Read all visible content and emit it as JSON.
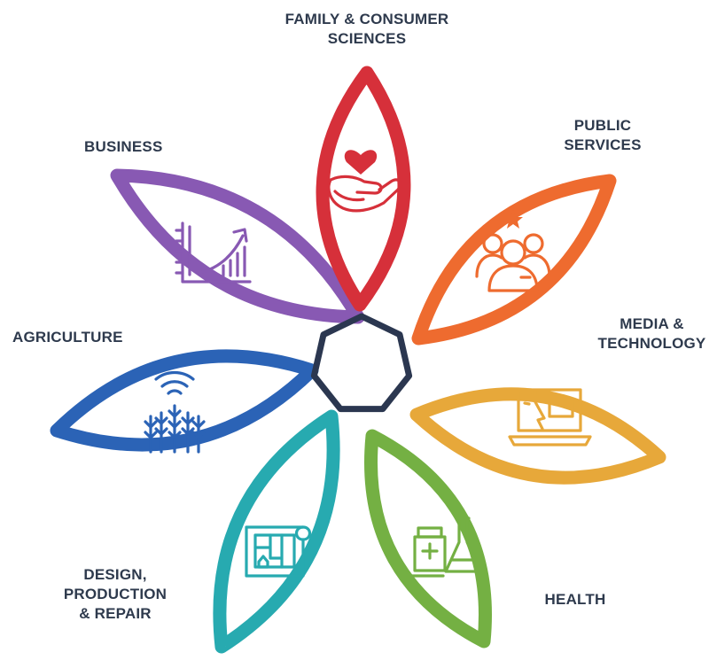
{
  "center_color": "#2b3750",
  "petals": [
    {
      "id": "family",
      "lines": [
        "FAMILY & CONSUMER",
        "SCIENCES"
      ],
      "color": "#d6303a",
      "icon": "hand-heart-icon"
    },
    {
      "id": "public",
      "lines": [
        "PUBLIC",
        "SERVICES"
      ],
      "color": "#ee6b2f",
      "icon": "people-star-icon"
    },
    {
      "id": "media",
      "lines": [
        "MEDIA &",
        "TECHNOLOGY"
      ],
      "color": "#e7a83a",
      "icon": "laptop-cursor-icon"
    },
    {
      "id": "health",
      "lines": [
        "HEALTH"
      ],
      "color": "#74b043",
      "icon": "pill-flask-icon"
    },
    {
      "id": "design",
      "lines": [
        "DESIGN,",
        "PRODUCTION",
        "& REPAIR"
      ],
      "color": "#27aab0",
      "icon": "blueprint-icon"
    },
    {
      "id": "agriculture",
      "lines": [
        "AGRICULTURE"
      ],
      "color": "#2b63b6",
      "icon": "wheat-wifi-icon"
    },
    {
      "id": "business",
      "lines": [
        "BUSINESS"
      ],
      "color": "#8859b3",
      "icon": "growth-chart-icon"
    }
  ]
}
